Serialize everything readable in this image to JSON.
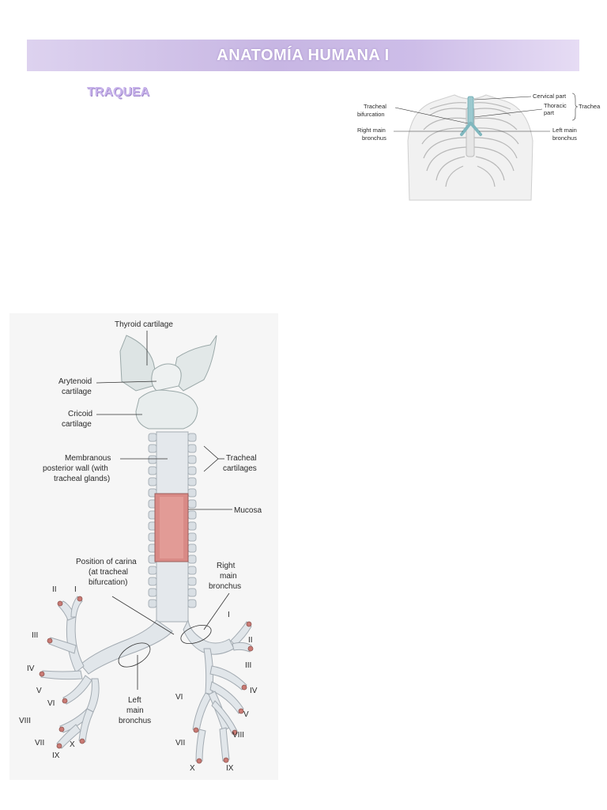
{
  "header": {
    "title": "ANATOMÍA HUMANA  I"
  },
  "section": {
    "title": "TRAQUEA"
  },
  "figure_top": {
    "labels": {
      "cervical_part": "Cervical part",
      "thoracic_part_1": "Thoracic",
      "thoracic_part_2": "part",
      "trachea": "Trachea",
      "tracheal_bifurcation_1": "Tracheal",
      "tracheal_bifurcation_2": "bifurcation",
      "right_main_bronchus_1": "Right main",
      "right_main_bronchus_2": "bronchus",
      "left_main_bronchus_1": "Left main",
      "left_main_bronchus_2": "bronchus"
    }
  },
  "figure_main": {
    "labels": {
      "thyroid_cartilage": "Thyroid cartilage",
      "arytenoid_1": "Arytenoid",
      "arytenoid_2": "cartilage",
      "cricoid_1": "Cricoid",
      "cricoid_2": "cartilage",
      "membranous_1": "Membranous",
      "membranous_2": "posterior wall (with",
      "membranous_3": "tracheal glands)",
      "tracheal_cartilages_1": "Tracheal",
      "tracheal_cartilages_2": "cartilages",
      "mucosa": "Mucosa",
      "carina_1": "Position of carina",
      "carina_2": "(at tracheal",
      "carina_3": "bifurcation)",
      "right_main_bronchus_1": "Right",
      "right_main_bronchus_2": "main",
      "right_main_bronchus_3": "bronchus",
      "left_main_bronchus_1": "Left",
      "left_main_bronchus_2": "main",
      "left_main_bronchus_3": "bronchus"
    },
    "segments_left": [
      "II",
      "I",
      "III",
      "IV",
      "V",
      "VI",
      "VIII",
      "VII",
      "X",
      "IX"
    ],
    "segments_right": [
      "I",
      "II",
      "III",
      "IV",
      "V",
      "VI",
      "VII",
      "VIII",
      "X",
      "IX"
    ]
  }
}
